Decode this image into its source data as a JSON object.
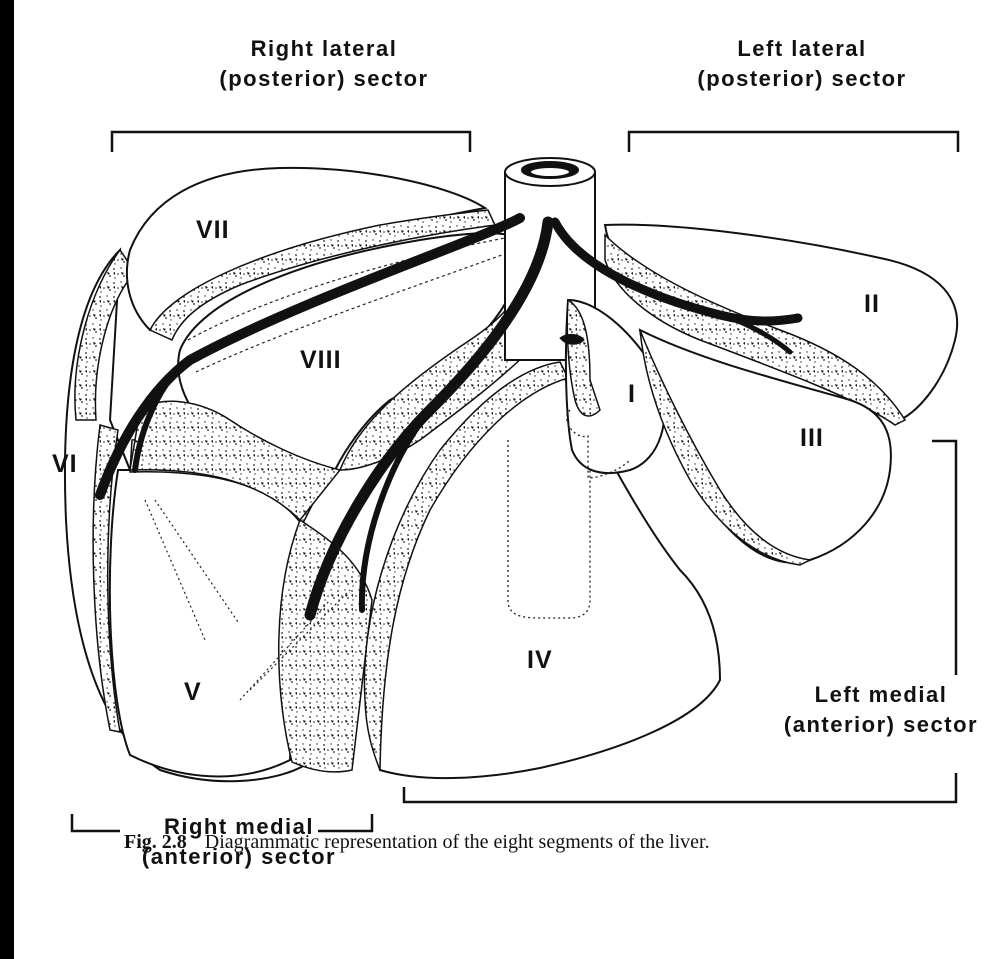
{
  "sectors": {
    "right_lateral": {
      "line1": "Right lateral",
      "line2": "(posterior) sector"
    },
    "left_lateral": {
      "line1": "Left lateral",
      "line2": "(posterior) sector"
    },
    "right_medial": {
      "line1": "Right medial",
      "line2": "(anterior) sector"
    },
    "left_medial": {
      "line1": "Left medial",
      "line2": "(anterior) sector"
    }
  },
  "segments": [
    "I",
    "II",
    "III",
    "IV",
    "V",
    "VI",
    "VII",
    "VIII"
  ],
  "caption": {
    "fig": "Fig. 2.8",
    "text": "Diagrammatic representation of the eight segments of the liver."
  },
  "colors": {
    "ink": "#111111",
    "paper": "#ffffff",
    "border": "#000000"
  }
}
